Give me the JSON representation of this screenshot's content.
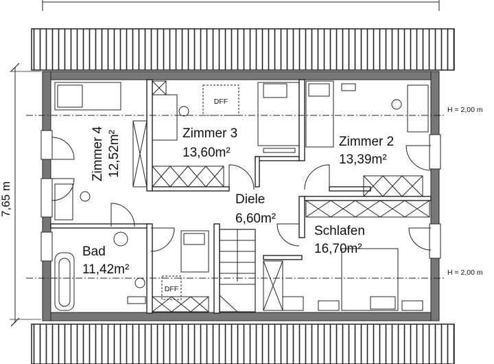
{
  "rooms": {
    "zimmer4": {
      "name": "Zimmer 4",
      "area": "12,52m²"
    },
    "zimmer3": {
      "name": "Zimmer 3",
      "area": "13,60m²"
    },
    "zimmer2": {
      "name": "Zimmer 2",
      "area": "13,39m²"
    },
    "diele": {
      "name": "Diele",
      "area": "6,60m²"
    },
    "schlafen": {
      "name": "Schlafen",
      "area": "16,70m²"
    },
    "bad": {
      "name": "Bad",
      "area": "11,42m²"
    }
  },
  "annotations": {
    "height_line_top": "H = 2,00 m",
    "height_line_bottom": "H = 2,00 m",
    "depth_dimension": "7,65 m",
    "dff_top": "DFF",
    "dff_bottom": "DFF"
  },
  "colors": {
    "wall": "#777777",
    "line": "#222222",
    "paper": "#ffffff"
  }
}
